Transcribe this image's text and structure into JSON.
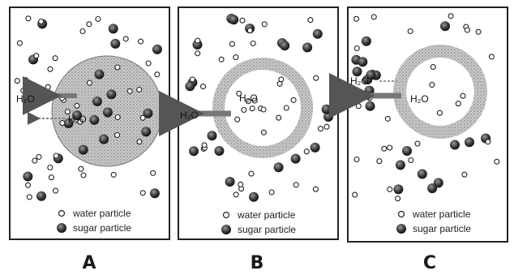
{
  "panels": [
    {
      "label": "A",
      "h2o_outside": "H₂O",
      "h2o_inside": "H₂O",
      "legend_water": "water particle",
      "legend_sugar": "sugar particle"
    },
    {
      "label": "B",
      "h2o_outside": "H₂O",
      "h2o_inside": "H₂O",
      "legend_water": "water particle",
      "legend_sugar": "sugar particle"
    },
    {
      "label": "C",
      "h2o_outside": "H₂O",
      "h2o_inside": "H₂O",
      "legend_water": "water particle",
      "legend_sugar": "sugar particle"
    }
  ],
  "colors": {
    "frame": "#222222",
    "cell_fill": "#b9b9b9",
    "sugar": "#3a3a3a",
    "water": "#ffffff"
  },
  "icons": [
    "water-particle-icon",
    "sugar-particle-icon",
    "arrow-icon"
  ]
}
